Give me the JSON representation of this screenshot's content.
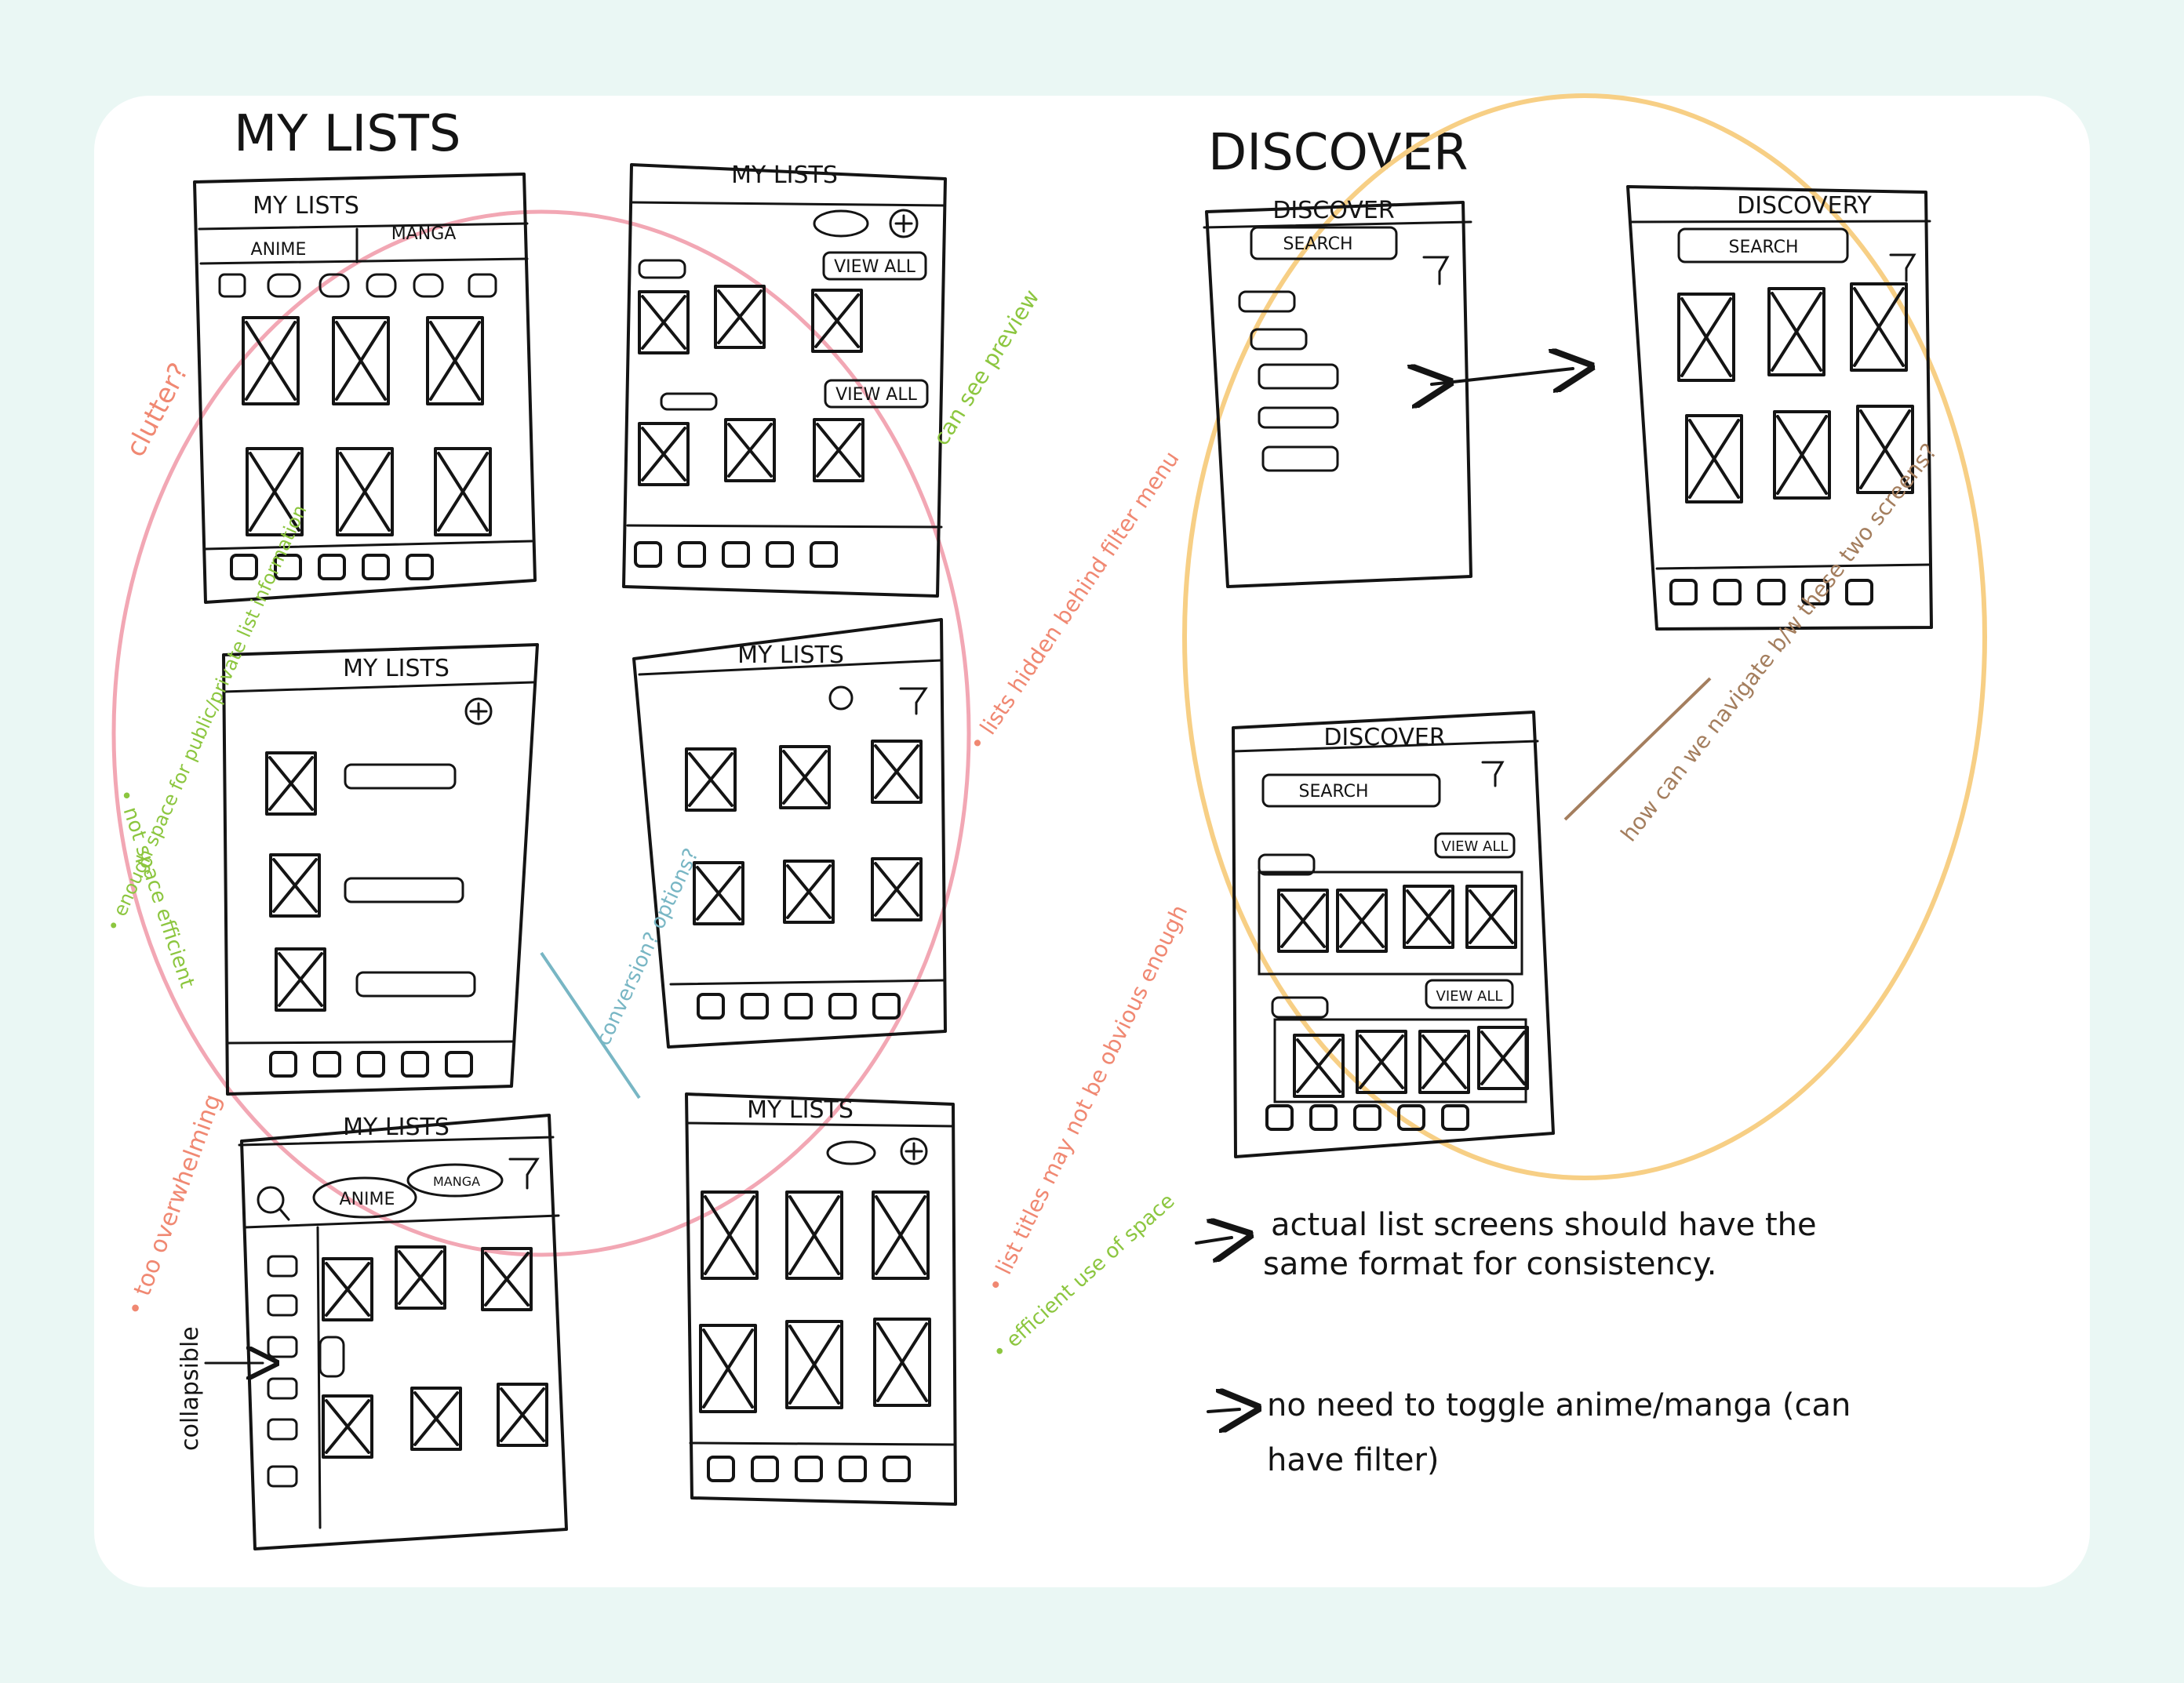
{
  "sections": {
    "my_lists_title": "MY LISTS",
    "discover_title": "DISCOVER"
  },
  "screens": {
    "s1": {
      "title": "MY LISTS",
      "tab_anime": "ANIME",
      "tab_manga": "MANGA"
    },
    "s2": {
      "title": "MY LISTS",
      "view_all_1": "VIEW ALL",
      "view_all_2": "VIEW ALL"
    },
    "s3": {
      "title": "MY LISTS"
    },
    "s4": {
      "title": "MY LISTS"
    },
    "s5": {
      "title": "MY LISTS",
      "tab_anime": "ANIME",
      "tab_manga": "MANGA"
    },
    "s6": {
      "title": "MY LISTS"
    },
    "d1": {
      "title": "DISCOVER",
      "search": "SEARCH"
    },
    "d2": {
      "title": "DISCOVERY",
      "search": "SEARCH"
    },
    "d3": {
      "title": "DISCOVER",
      "search": "SEARCH",
      "view_all_1": "VIEW ALL",
      "view_all_2": "VIEW ALL"
    }
  },
  "annotations": {
    "clutter": "clutter?",
    "can_see_preview": "can see preview",
    "not_space_efficient": "• not space efficient",
    "enough_space": "• enough space for public/private list information",
    "lists_hidden": "• lists hidden behind filter menu",
    "conversion": "conversion? options?",
    "too_overwhelming": "• too overwhelming",
    "collapsible": "collapsible",
    "list_titles": "• list titles may not be obvious enough",
    "efficient_use": "• efficient use of space",
    "how_navigate": "how can we navigate b/w these two screens?"
  },
  "notes": {
    "note1_line1": "actual list screens should have the",
    "note1_line2": "same format for consistency.",
    "note2_line1": "no need to toggle anime/manga (can",
    "note2_line2": "have filter)"
  },
  "colors": {
    "background": "#eaf7f4",
    "card": "#ffffff",
    "ink": "#141414",
    "pink_circle": "#f2a7b4",
    "orange_circle": "#f7cf85",
    "red_note": "#f08872",
    "green_note": "#8cc63f",
    "blue_note": "#78b6c4",
    "brown_note": "#a47e5e"
  }
}
